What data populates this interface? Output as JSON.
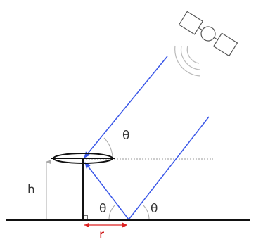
{
  "labels": {
    "theta_top": "θ",
    "theta_left": "θ",
    "theta_right": "θ",
    "height": "h",
    "distance": "r"
  },
  "colors": {
    "ray": "#3a57e8",
    "ground": "#111111",
    "antenna": "#111111",
    "dimension": "#aaaaaa",
    "distance_arrow": "#dd2222",
    "reference_line": "#999999",
    "satellite": "#555555",
    "signal_arcs": "#bbbbbb",
    "angle_arcs": "#aaaaaa"
  },
  "icons": {
    "satellite": "satellite-icon",
    "antenna": "antenna-icon"
  }
}
